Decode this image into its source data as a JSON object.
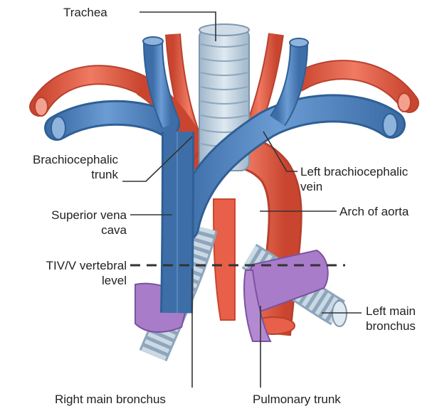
{
  "labels": {
    "trachea": "Trachea",
    "brachiocephalic_trunk": [
      "Brachiocephalic",
      "trunk"
    ],
    "left_brachiocephalic_vein": [
      "Left brachiocephalic",
      "vein"
    ],
    "superior_vena_cava": [
      "Superior vena",
      "cava"
    ],
    "arch_of_aorta": "Arch of aorta",
    "vertebral_level": [
      "TIV/V vertebral",
      "level"
    ],
    "left_main_bronchus": [
      "Left main",
      "bronchus"
    ],
    "right_main_bronchus": "Right main bronchus",
    "pulmonary_trunk": "Pulmonary trunk"
  },
  "colors": {
    "vein": "#5b8fc9",
    "vein_dark": "#2f5f95",
    "artery": "#e8604a",
    "artery_dark": "#b8402e",
    "pulmonary": "#a87cc9",
    "airway": "#b9ccdc",
    "leader_line": "#333333"
  }
}
